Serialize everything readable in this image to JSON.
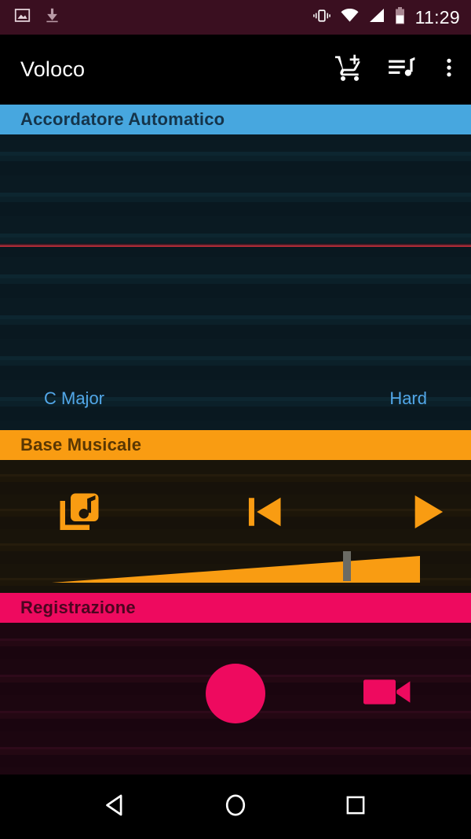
{
  "status_bar": {
    "icons": [
      "image-icon",
      "download-icon",
      "vibrate-icon",
      "wifi-icon",
      "signal-icon",
      "battery-icon"
    ],
    "clock": "11:29",
    "background": "#3a0f20"
  },
  "app_bar": {
    "title": "Voloco",
    "actions": [
      {
        "name": "add-shopping-cart-icon",
        "label": "Aggiungi al carrello"
      },
      {
        "name": "queue-music-icon",
        "label": "Lista brani"
      },
      {
        "name": "overflow-menu-icon",
        "label": "Altro"
      }
    ],
    "background": "#000000"
  },
  "sections": [
    {
      "id": "tuner",
      "title": "Accordatore Automatico",
      "accent": "#47a7df",
      "title_color": "#15344a",
      "key_label": "C Major",
      "strength_label": "Hard",
      "label_color": "#52a7e8"
    },
    {
      "id": "backing-track",
      "title": "Base Musicale",
      "accent": "#f99c12",
      "title_color": "#5a3703",
      "controls": [
        {
          "name": "library-music-icon",
          "label": "Libreria"
        },
        {
          "name": "skip-previous-icon",
          "label": "Inizio"
        },
        {
          "name": "play-icon",
          "label": "Riproduci"
        }
      ],
      "volume_slider": {
        "name": "volume-slider",
        "value": 79
      }
    },
    {
      "id": "recording",
      "title": "Registrazione",
      "accent": "#ee0a5f",
      "title_color": "#4c0520",
      "controls": [
        {
          "name": "record-button",
          "label": "Registra audio"
        },
        {
          "name": "video-record-icon",
          "label": "Registra video"
        }
      ]
    }
  ],
  "nav_bar": {
    "buttons": [
      {
        "name": "nav-back-icon",
        "label": "Indietro"
      },
      {
        "name": "nav-home-icon",
        "label": "Home"
      },
      {
        "name": "nav-recents-icon",
        "label": "Recenti"
      }
    ]
  }
}
